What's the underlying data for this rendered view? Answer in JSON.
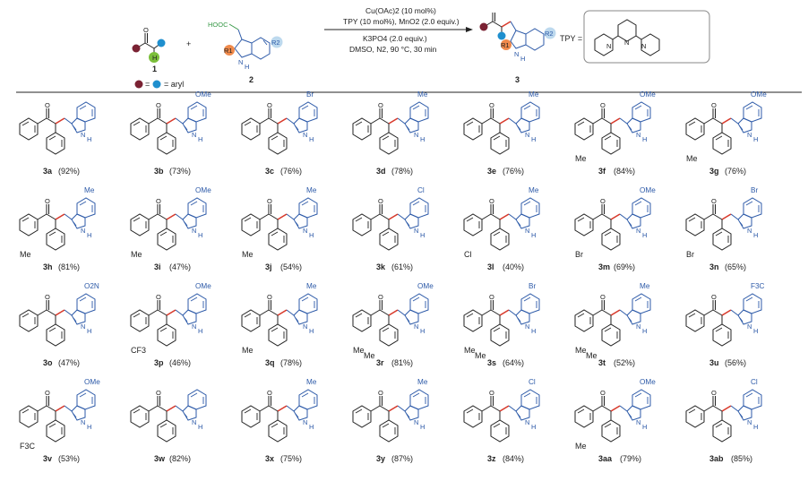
{
  "scheme": {
    "compound_1": "1",
    "compound_2": "2",
    "compound_3": "3",
    "plus": "+",
    "reactant_2_acid": "HOOC",
    "indole_nh": "N",
    "indole_h": "H",
    "r1": "R1",
    "r2": "R2",
    "aryl_legend_eq": "=",
    "aryl_legend_text": "= aryl",
    "conditions_line1": "Cu(OAc)2 (10 mol%)",
    "conditions_line2": "TPY (10 mol%), MnO2 (2.0 equiv.)",
    "conditions_line3": "K3PO4 (2.0 equiv.)",
    "conditions_line4": "DMSO, N2, 90 °C, 30 min",
    "tpy_label": "TPY =",
    "colors": {
      "brown": "#7a2233",
      "blue": "#1f8fce",
      "green": "#7bbf3a",
      "orange": "#f08a4b",
      "indole": "#2d5aa8",
      "bond_red": "#d83a2b",
      "acid_green": "#3a9a4a"
    }
  },
  "products": [
    {
      "id": "3a",
      "yield": "(92%)",
      "subs": []
    },
    {
      "id": "3b",
      "yield": "(73%)",
      "subs": [
        "OMe"
      ]
    },
    {
      "id": "3c",
      "yield": "(76%)",
      "subs": [
        "Br"
      ]
    },
    {
      "id": "3d",
      "yield": "(78%)",
      "subs": [
        "Me"
      ]
    },
    {
      "id": "3e",
      "yield": "(76%)",
      "subs": [
        "Me"
      ]
    },
    {
      "id": "3f",
      "yield": "(84%)",
      "subs": [
        "OMe",
        "Me"
      ]
    },
    {
      "id": "3g",
      "yield": "(76%)",
      "subs": [
        "OMe",
        "Me"
      ]
    },
    {
      "id": "3h",
      "yield": "(81%)",
      "subs": [
        "Me",
        "Me"
      ]
    },
    {
      "id": "3i",
      "yield": "(47%)",
      "subs": [
        "OMe",
        "Me"
      ]
    },
    {
      "id": "3j",
      "yield": "(54%)",
      "subs": [
        "Me",
        "Me"
      ]
    },
    {
      "id": "3k",
      "yield": "(61%)",
      "subs": [
        "Cl"
      ]
    },
    {
      "id": "3l",
      "yield": "(40%)",
      "subs": [
        "Me",
        "Cl"
      ]
    },
    {
      "id": "3m",
      "yield": "(69%)",
      "subs": [
        "OMe",
        "Br"
      ]
    },
    {
      "id": "3n",
      "yield": "(65%)",
      "subs": [
        "Br",
        "Br"
      ]
    },
    {
      "id": "3o",
      "yield": "(47%)",
      "subs": [
        "O2N"
      ]
    },
    {
      "id": "3p",
      "yield": "(46%)",
      "subs": [
        "OMe",
        "CF3"
      ]
    },
    {
      "id": "3q",
      "yield": "(78%)",
      "subs": [
        "Me",
        "Me"
      ]
    },
    {
      "id": "3r",
      "yield": "(81%)",
      "subs": [
        "OMe",
        "Me",
        "Me"
      ]
    },
    {
      "id": "3s",
      "yield": "(64%)",
      "subs": [
        "Br",
        "Me",
        "Me"
      ]
    },
    {
      "id": "3t",
      "yield": "(52%)",
      "subs": [
        "Me",
        "Me",
        "Me"
      ]
    },
    {
      "id": "3u",
      "yield": "(56%)",
      "subs": [
        "F3C"
      ]
    },
    {
      "id": "3v",
      "yield": "(53%)",
      "subs": [
        "OMe",
        "F3C"
      ]
    },
    {
      "id": "3w",
      "yield": "(82%)",
      "subs": []
    },
    {
      "id": "3x",
      "yield": "(75%)",
      "subs": [
        "Me"
      ]
    },
    {
      "id": "3y",
      "yield": "(87%)",
      "subs": [
        "Me"
      ]
    },
    {
      "id": "3z",
      "yield": "(84%)",
      "subs": [
        "Cl"
      ]
    },
    {
      "id": "3aa",
      "yield": "(79%)",
      "subs": [
        "OMe",
        "Me"
      ]
    },
    {
      "id": "3ab",
      "yield": "(85%)",
      "subs": [
        "Cl"
      ]
    }
  ]
}
